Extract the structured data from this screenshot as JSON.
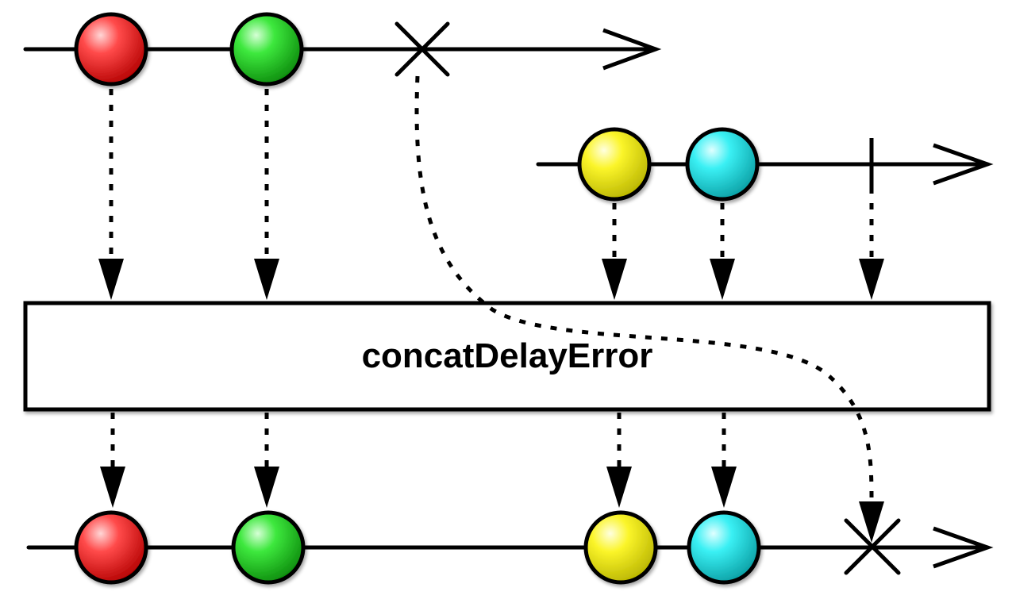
{
  "operator": {
    "name": "concatDelayError"
  },
  "colors": {
    "red": "#e11b1b",
    "green": "#19c419",
    "yellow": "#f2ee00",
    "cyan": "#19e0e6",
    "line": "#000000",
    "box_fill": "#ffffff"
  },
  "streams": {
    "source_1": {
      "items": [
        "red",
        "green"
      ],
      "terminal": "error"
    },
    "source_2": {
      "items": [
        "yellow",
        "cyan"
      ],
      "terminal": "complete"
    },
    "output": {
      "items": [
        "red",
        "green",
        "yellow",
        "cyan"
      ],
      "terminal": "error"
    }
  },
  "icons": {
    "error": "x-mark-icon",
    "complete": "vertical-bar-icon",
    "timeline_end": "open-arrowhead-icon"
  }
}
